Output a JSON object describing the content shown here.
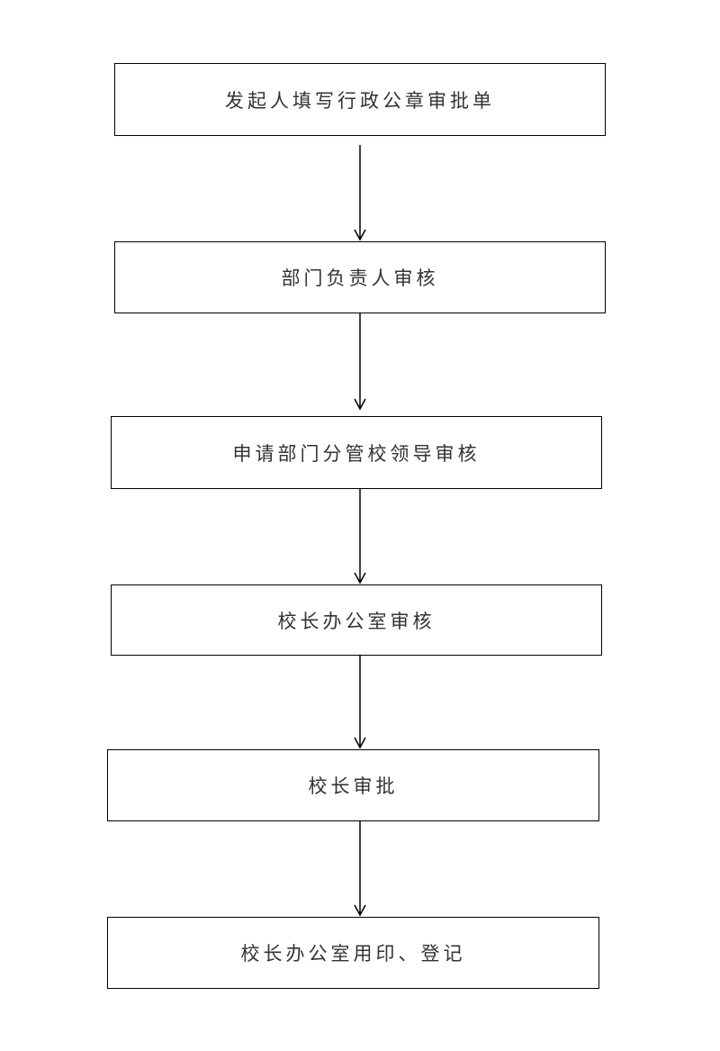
{
  "steps": [
    "发起人填写行政公章审批单",
    "部门负责人审核",
    "申请部门分管校领导审核",
    "校长办公室审核",
    "校长审批",
    "校长办公室用印、登记"
  ],
  "colors": {
    "line": "#000000",
    "text": "#333333",
    "background": "#ffffff"
  }
}
